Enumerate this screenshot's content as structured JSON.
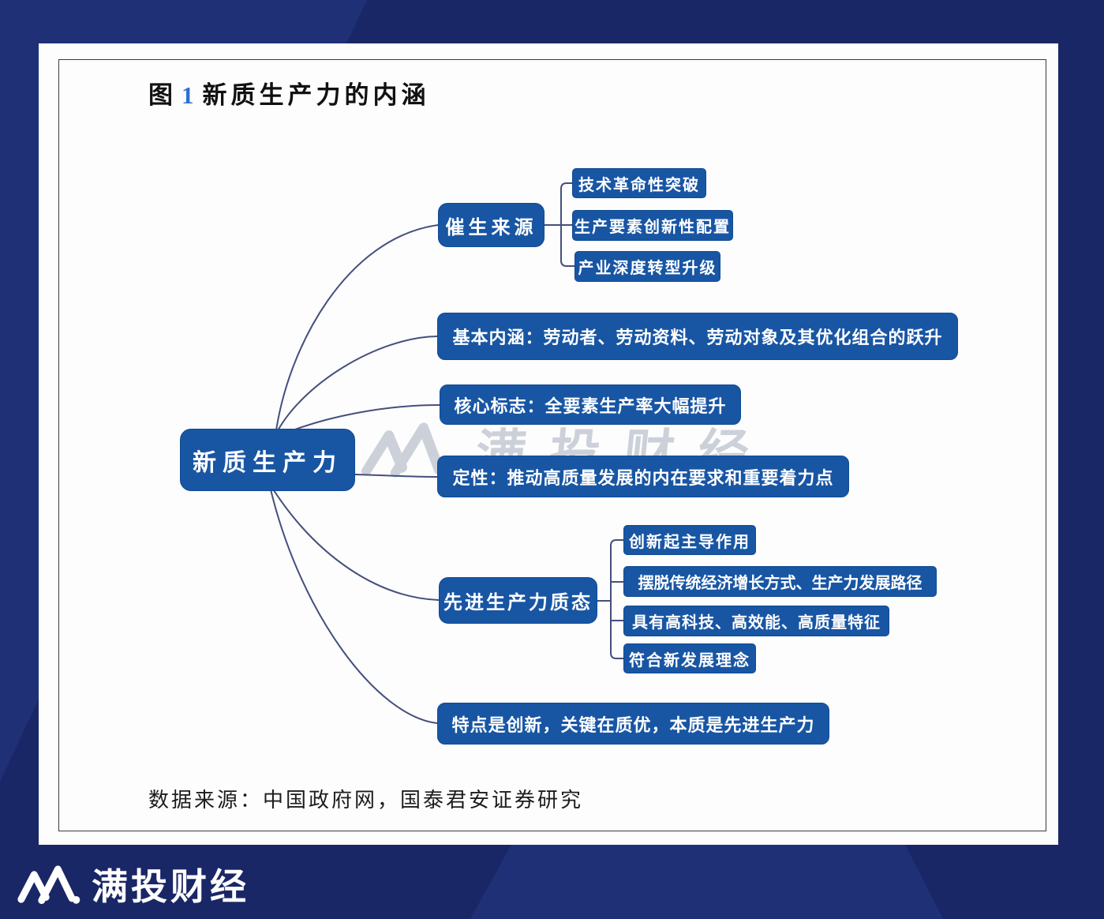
{
  "page": {
    "title": {
      "prefix": "图",
      "number": "1",
      "text": "新质生产力的内涵"
    },
    "source_note": "数据来源：中国政府网，国泰君安证券研究"
  },
  "mindmap": {
    "root": "新质生产力",
    "branches": [
      {
        "label": "催生来源",
        "children": [
          "技术革命性突破",
          "生产要素创新性配置",
          "产业深度转型升级"
        ]
      },
      {
        "label": "基本内涵：劳动者、劳动资料、劳动对象及其优化组合的跃升",
        "children": []
      },
      {
        "label": "核心标志：全要素生产率大幅提升",
        "children": []
      },
      {
        "label": "定性：推动高质量发展的内在要求和重要着力点",
        "children": []
      },
      {
        "label": "先进生产力质态",
        "children": [
          "创新起主导作用",
          "摆脱传统经济增长方式、生产力发展路径",
          "具有高科技、高效能、高质量特征",
          "符合新发展理念"
        ]
      },
      {
        "label": "特点是创新，关键在质优，本质是先进生产力",
        "children": []
      }
    ]
  },
  "watermark": {
    "text": "满投财经"
  },
  "footer": {
    "brand": "满投财经"
  },
  "colors": {
    "node_blue": "#1856a4",
    "background_dark": "#1a2766",
    "background_light": "#1f3076",
    "connector_line": "#454f7d",
    "title_number_blue": "#2f6fd2",
    "watermark_gray": "#ccd1d9"
  }
}
